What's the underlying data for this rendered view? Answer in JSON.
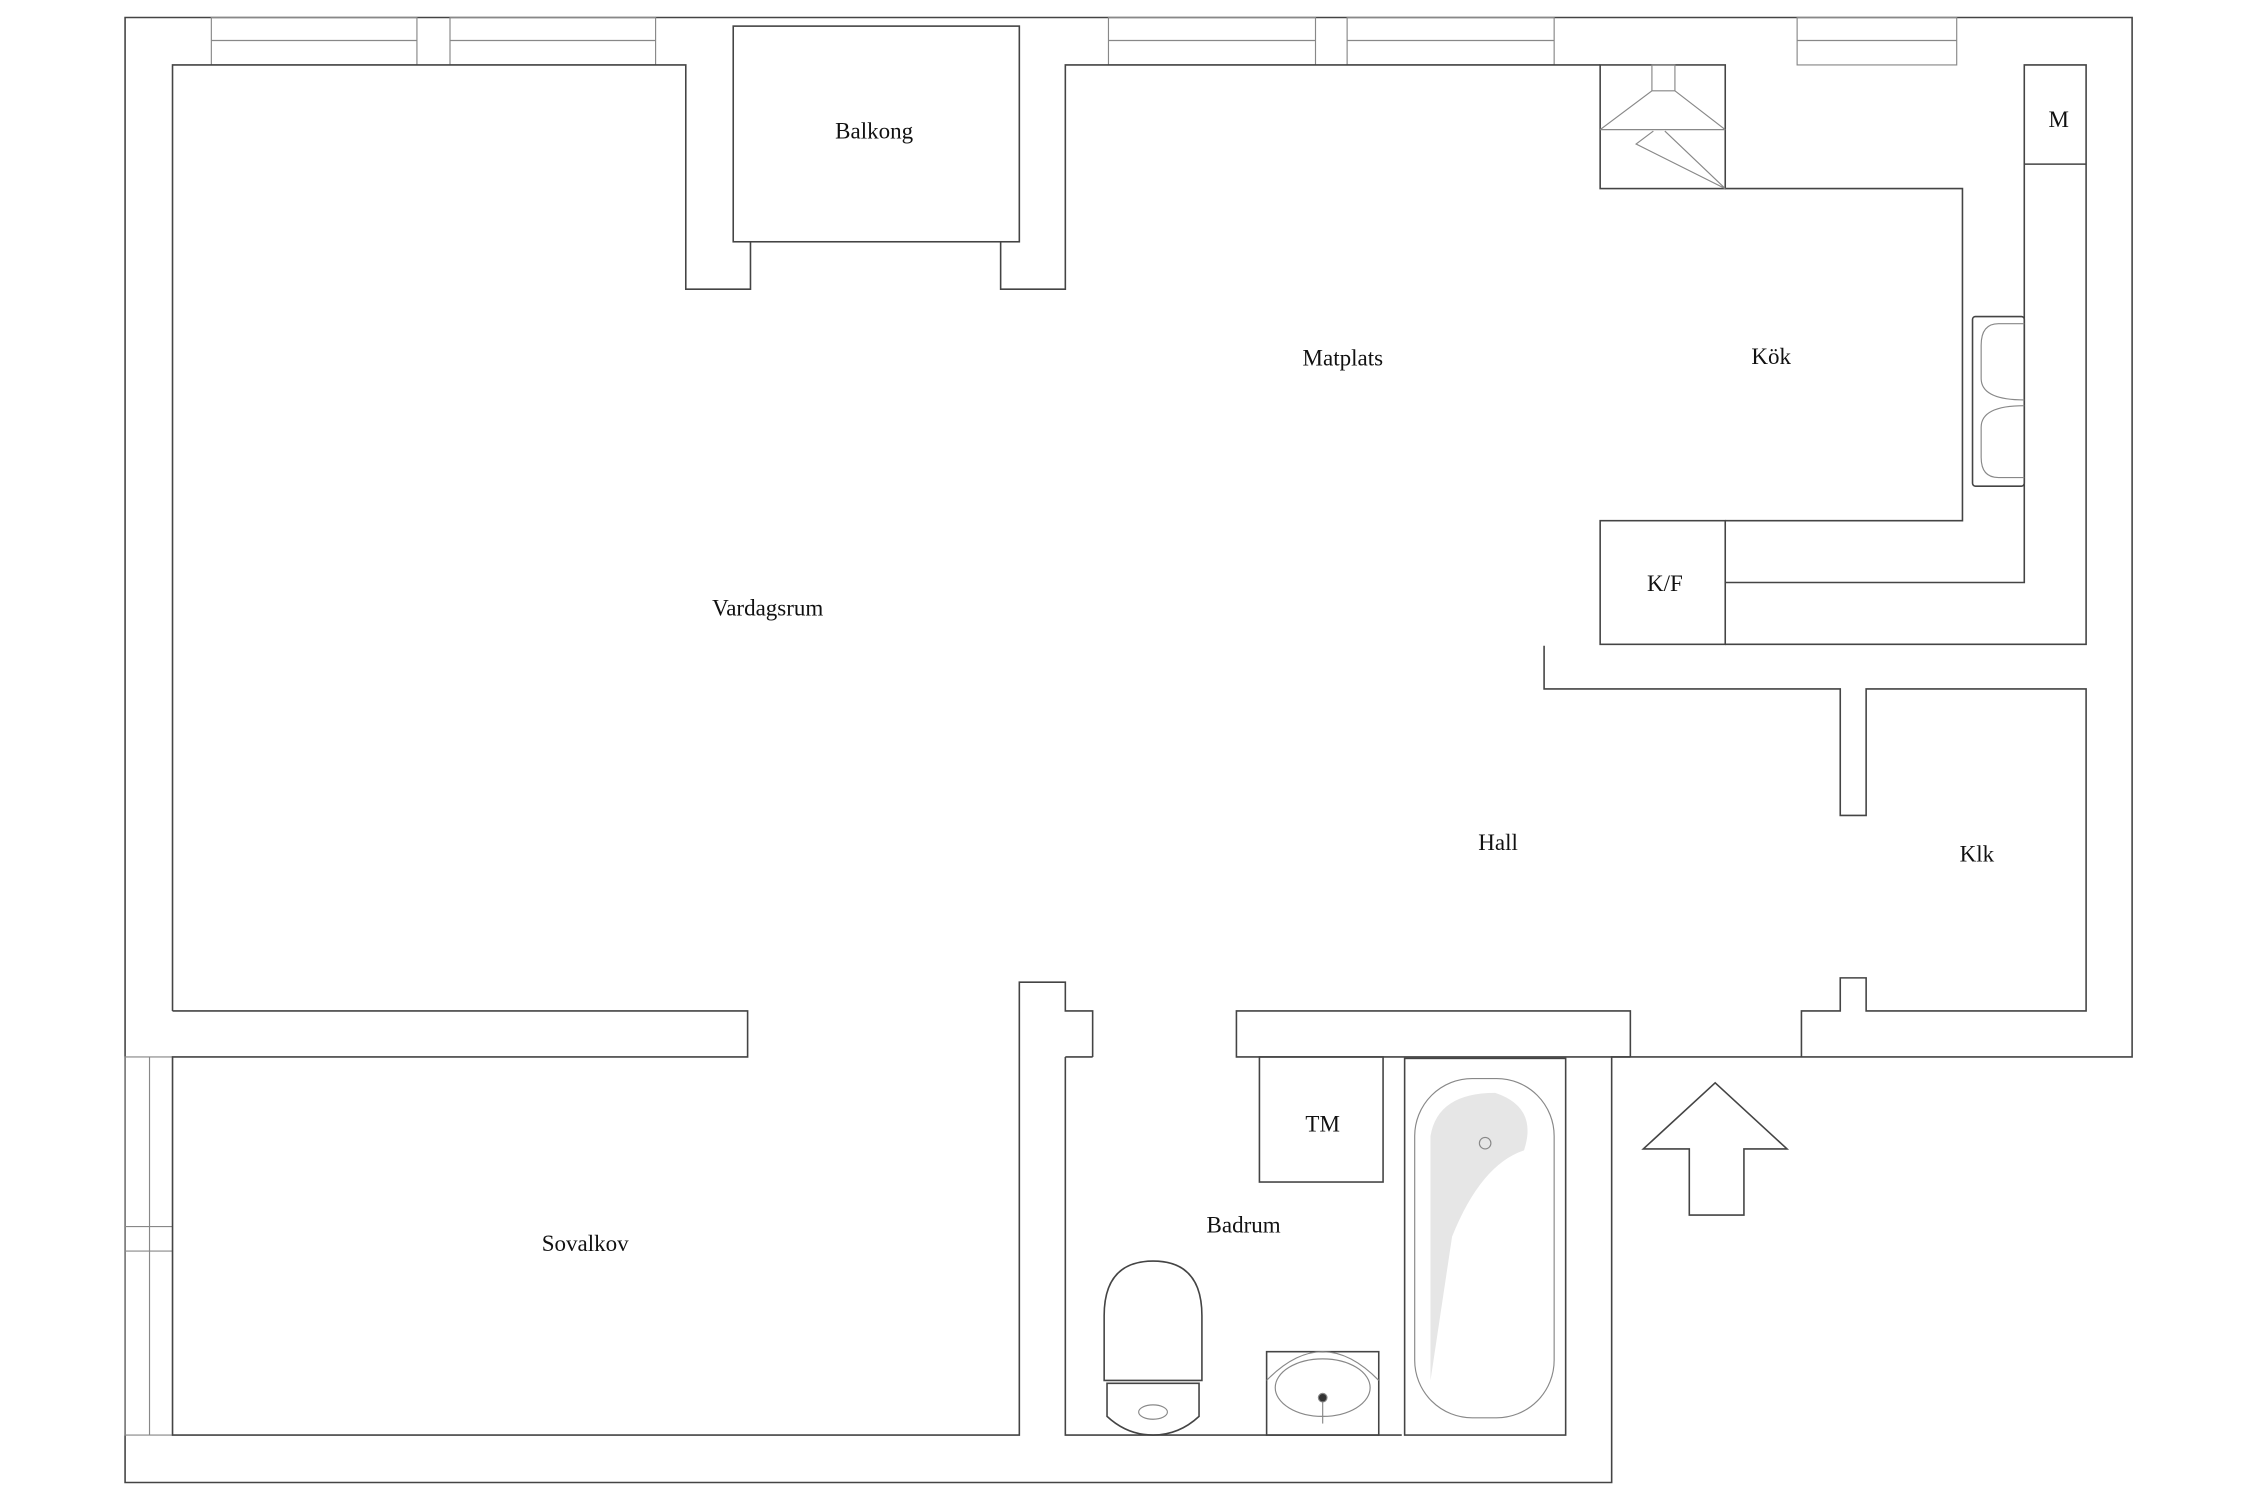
{
  "rooms": {
    "balkong": "Balkong",
    "matplats": "Matplats",
    "kok": "Kök",
    "m": "M",
    "kf": "K/F",
    "vardagsrum": "Vardagsrum",
    "hall": "Hall",
    "klk": "Klk",
    "tm": "TM",
    "badrum": "Badrum",
    "sovalkov": "Sovalkov"
  },
  "icons": [
    "entrance-arrow-icon",
    "bathtub-icon",
    "toilet-icon",
    "washbasin-icon",
    "kitchen-sink-icon",
    "stove-hood-icon"
  ]
}
